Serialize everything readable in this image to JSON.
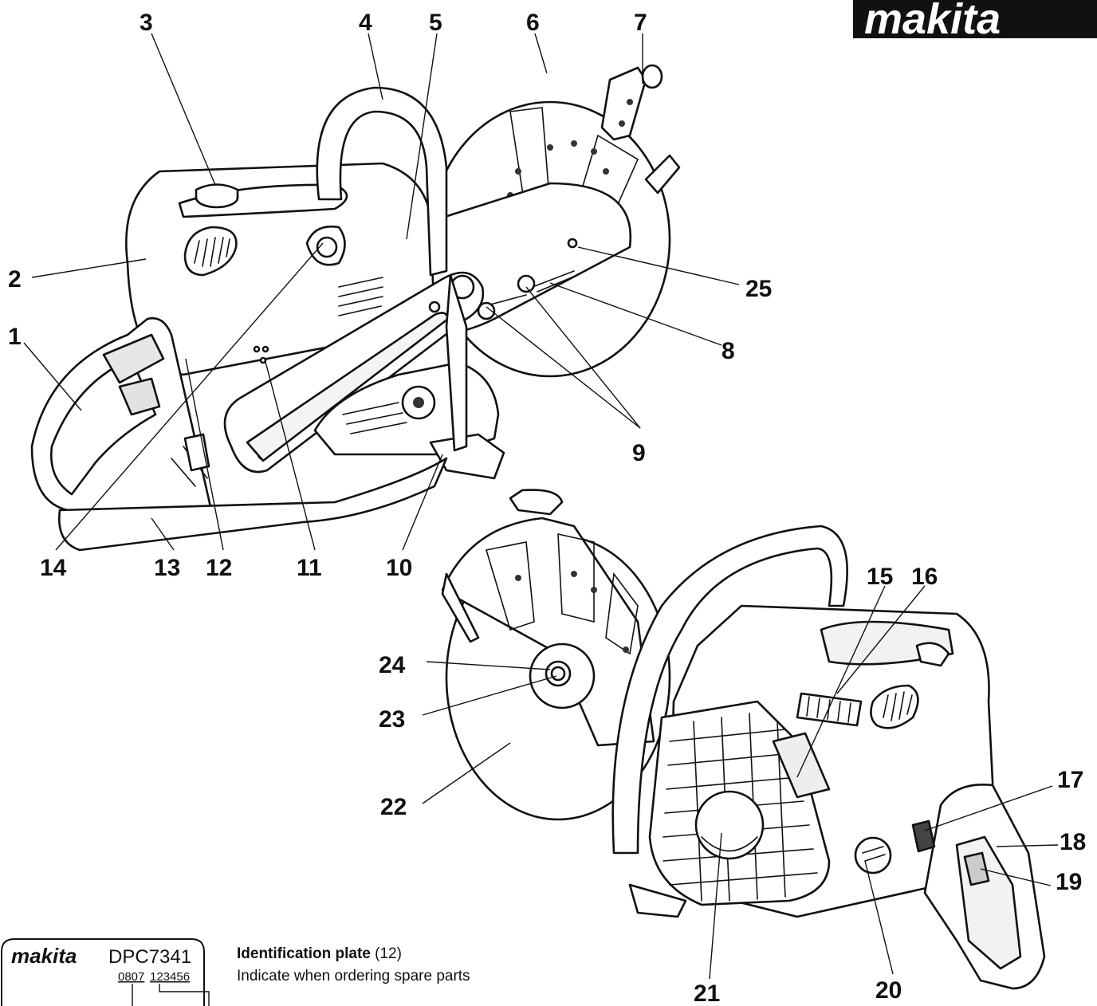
{
  "brand": {
    "logo_text": "makita"
  },
  "plate": {
    "logo_text": "makita",
    "model": "DPC7341",
    "code_a": "0807",
    "code_b": "123456"
  },
  "caption": {
    "title": "Identification plate",
    "ref": "(12)",
    "subtitle": "Indicate when ordering spare parts"
  },
  "callouts": [
    "1",
    "2",
    "3",
    "4",
    "5",
    "6",
    "7",
    "8",
    "9",
    "10",
    "11",
    "12",
    "13",
    "14",
    "15",
    "16",
    "17",
    "18",
    "19",
    "20",
    "21",
    "22",
    "23",
    "24",
    "25"
  ]
}
